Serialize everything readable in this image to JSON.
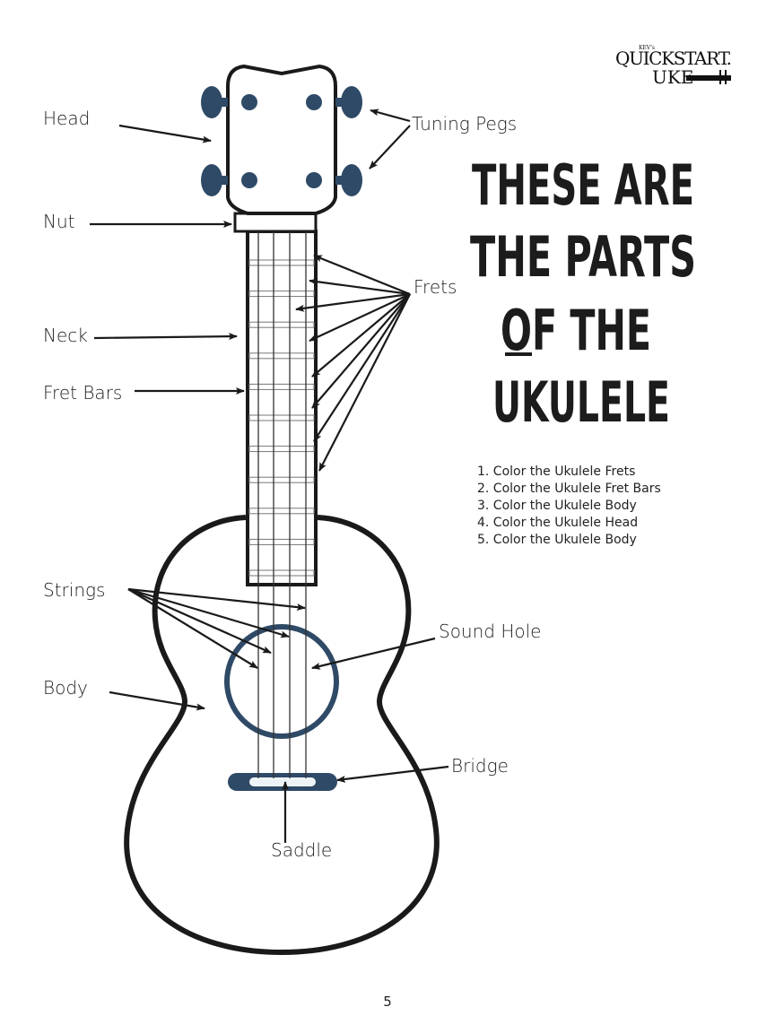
{
  "logo": {
    "kevs": "KEV's",
    "line1": "QUICKSTART.",
    "line2": "UKE"
  },
  "title": {
    "lines": [
      "THESE ARE",
      "THE PARTS",
      "OF THE",
      "UKULELE"
    ]
  },
  "instructions": [
    "1. Color the Ukulele Frets",
    "2. Color the Ukulele Fret Bars",
    "3. Color the Ukulele Body",
    "4. Color the Ukulele Head",
    "5. Color the Ukulele Body"
  ],
  "labels": {
    "head": "Head",
    "tuning_pegs": "Tuning Pegs",
    "nut": "Nut",
    "frets": "Frets",
    "neck": "Neck",
    "fret_bars": "Fret Bars",
    "strings": "Strings",
    "sound_hole": "Sound Hole",
    "body": "Body",
    "bridge": "Bridge",
    "saddle": "Saddle"
  },
  "page_number": "5",
  "colors": {
    "accent": "#2f4a66",
    "outline": "#1a1a1a"
  }
}
